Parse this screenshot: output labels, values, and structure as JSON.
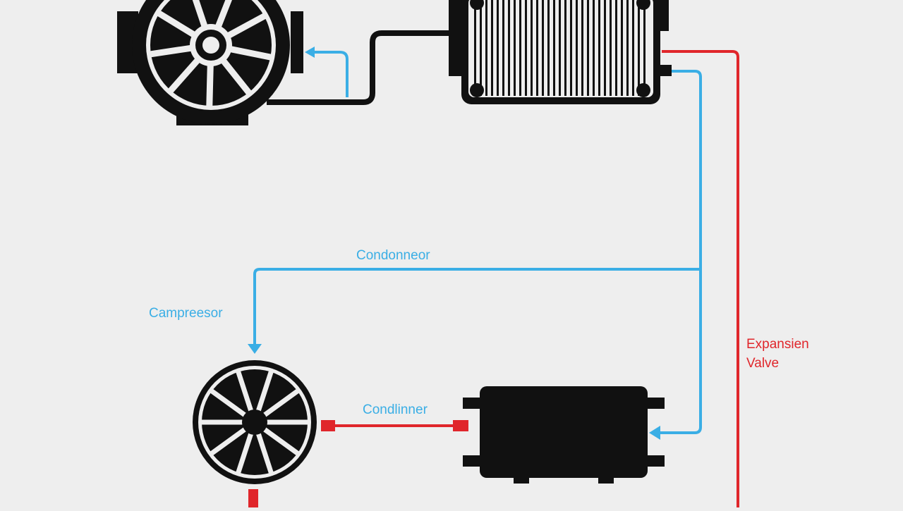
{
  "diagram": {
    "labels": {
      "condenser_top": "Condonneor",
      "compressor": "Campreesor",
      "condenser_bottom": "Condlinner",
      "expansion_line1": "Expansien",
      "expansion_line2": "Valve"
    },
    "colors": {
      "background": "#eeeeee",
      "cold_line": "#3aaee5",
      "hot_line": "#e0262b",
      "component": "#111111"
    },
    "components": [
      "compressor-fan-icon",
      "condenser-coil-icon",
      "evaporator-fan-icon",
      "expansion-valve-block-icon"
    ]
  }
}
